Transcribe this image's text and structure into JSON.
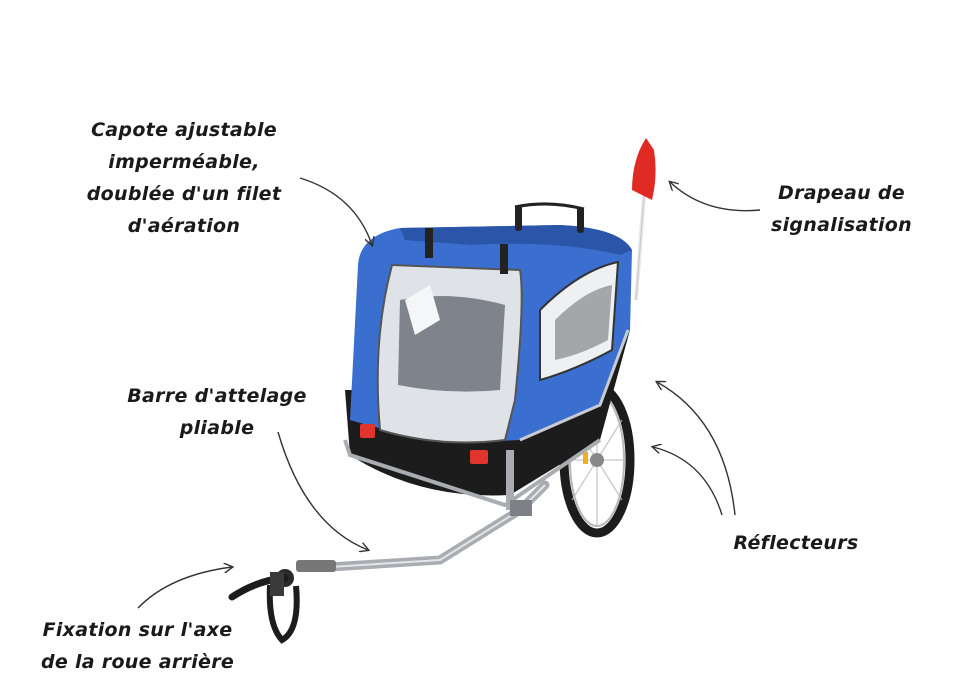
{
  "annotations": {
    "canopy": "Capote ajustable\nimperméable,\ndoublée d'un filet\nd'aération",
    "flag": "Drapeau de\nsignalisation",
    "hitch_bar": "Barre d'attelage\npliable",
    "reflectors": "Réflecteurs",
    "axle_mount": "Fixation sur l'axe\nde la roue arrière"
  },
  "colors": {
    "canopy_blue": "#3a6fd0",
    "canopy_dark": "#2a55a8",
    "base_black": "#1c1c1c",
    "flag_red": "#e02a24",
    "frame_silver": "#a9adb2",
    "mesh_gray": "#d9dde2",
    "reflector_red": "#e0342c",
    "arrow_gray": "#333333"
  }
}
